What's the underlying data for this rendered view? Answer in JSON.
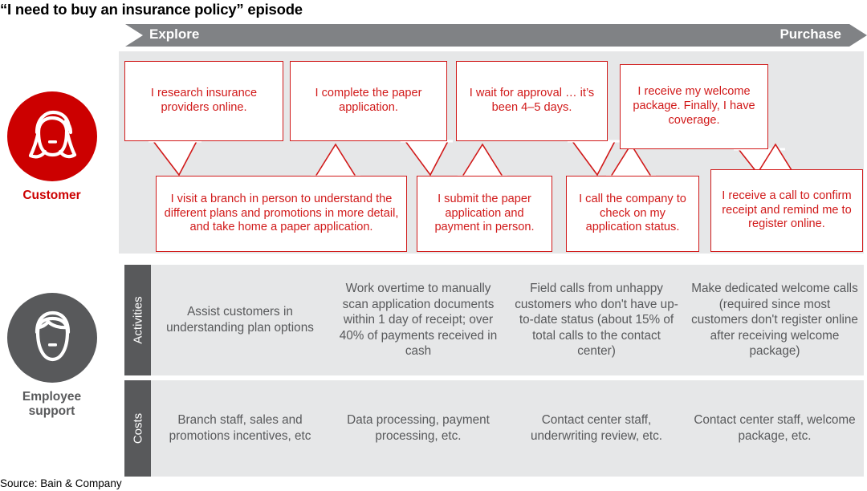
{
  "title": "“I need to buy an insurance policy” episode",
  "source": "Source: Bain & Company",
  "colors": {
    "red": "#CC0000",
    "bubble_red": "#D11A1A",
    "gray_dark": "#58595B",
    "gray_panel": "#e6e7e8",
    "banner_gray": "#808285"
  },
  "banner": {
    "left_label": "Explore",
    "right_label": "Purchase"
  },
  "rails": [
    {
      "label": "Customer",
      "icon": "female-face-icon"
    },
    {
      "label": "Employee\nsupport",
      "label_line1": "Employee",
      "label_line2": "support",
      "icon": "male-face-icon"
    }
  ],
  "customer_bubbles_top": [
    {
      "text": "I research insurance providers online."
    },
    {
      "text": "I complete the paper application."
    },
    {
      "text": "I wait for approval … it’s been 4–5 days."
    },
    {
      "text": "I receive my welcome package. Finally, I have coverage."
    }
  ],
  "customer_bubbles_bottom": [
    {
      "text": "I visit a branch in person to understand the different plans and promotions in more detail, and take home a paper application."
    },
    {
      "text": "I submit the paper application and payment in person."
    },
    {
      "text": "I call the company to check on my application status."
    },
    {
      "text": "I receive a call to confirm receipt and remind me to register online."
    }
  ],
  "support_rows": [
    {
      "label": "Activities",
      "cells": [
        "Assist customers in understanding plan options",
        "Work overtime to manually scan application documents within 1 day of receipt; over 40% of payments received in cash",
        "Field calls from unhappy customers who don't have up-to-date status (about 15% of total calls to the contact center)",
        "Make dedicated welcome calls (required since most customers don't register online after receiving welcome package)"
      ]
    },
    {
      "label": "Costs",
      "cells": [
        "Branch staff, sales and promotions incentives, etc",
        "Data processing, payment processing, etc.",
        "Contact center staff, underwriting review, etc.",
        "Contact center staff, welcome package, etc."
      ]
    }
  ]
}
